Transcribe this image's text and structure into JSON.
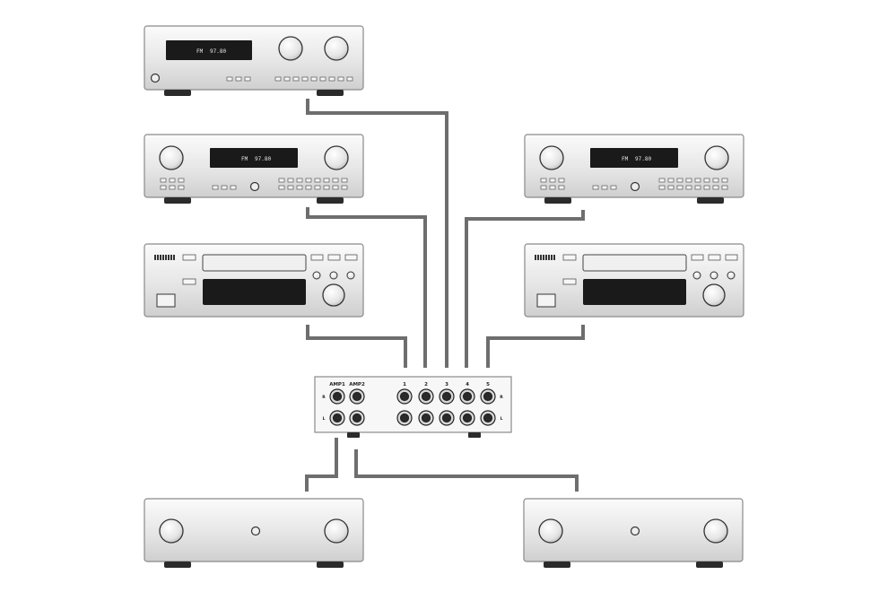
{
  "colors": {
    "background": "#ffffff",
    "chassis_light": "#f2f2f2",
    "chassis_dark": "#c9c9c9",
    "cable": "#6e6e6e",
    "display": "#1a1a1a",
    "switch_box": "#f7f7f7"
  },
  "receiver_display": {
    "band": "FM",
    "frequency": "97.80"
  },
  "switch_box": {
    "amp_labels": [
      "AMP1",
      "AMP2"
    ],
    "source_labels": [
      "1",
      "2",
      "3",
      "4",
      "5"
    ],
    "channel_labels": {
      "right": "R",
      "left": "L"
    }
  },
  "icons": {
    "knob": "volume-knob-icon",
    "rca_jack": "rca-jack-icon",
    "power_button": "power-button-icon"
  }
}
